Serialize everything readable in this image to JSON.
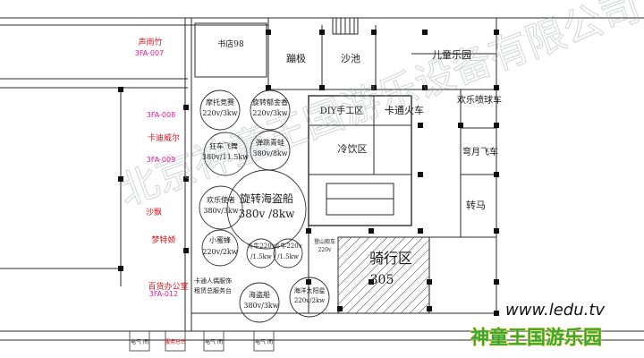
{
  "zones": {
    "bookstore": "书店98",
    "trampoline": "蹦极",
    "sandpool": "沙池",
    "kids_park": "儿童乐园",
    "diy": "DIY手工区",
    "cartoon_train": "卡通火车",
    "fountain_car": "欢乐喷球车",
    "cold_drinks": "冷饮区",
    "crescent_car": "弯月飞车",
    "carousel": "转马",
    "riding": "骑行区",
    "riding_no": "305"
  },
  "rides": {
    "moto": [
      "摩托竞赛",
      "220v/3kw"
    ],
    "spin_tower": [
      "旋转郁金香",
      "220v/3kw"
    ],
    "crazy_car": [
      "狂车飞舞",
      "380v/11.5kw"
    ],
    "frog": [
      "弹跳青蛙",
      "380v/8kw"
    ],
    "pirate": [
      "旋转海盗船",
      "380v /8kw"
    ],
    "envoy": [
      "欢乐使者",
      "380v/3kw"
    ],
    "bee": [
      "小蜜蜂",
      "220v/2kw"
    ],
    "bull1": [
      "斗牛220v",
      "/1.5kw"
    ],
    "bull2": [
      "斗牛220v",
      "/1.5kw"
    ],
    "pirate_boat": [
      "海盗船",
      "380v/3kw"
    ],
    "ocean": [
      "海洋太阳星",
      "220v/2kw"
    ],
    "small_car": [
      "登山观车",
      "220v"
    ],
    "service": [
      "卡通人偶服饰",
      "租赁总服务台"
    ]
  },
  "shops": {
    "shengyuzhu": "声雨竹",
    "code_007": "3FA-007",
    "code_008": "3FA-008",
    "kadi": "卡迪威尔",
    "code_009": "3FA-009",
    "shapiao": "沙飘",
    "mengtejiao": "梦特娇",
    "office": "百货办公室",
    "code_012": "3FA-012"
  },
  "bottom_labels": [
    "电气\n间",
    "服务总台",
    "电气\n间",
    "电气\n间"
  ],
  "website": "www.ledu.tv",
  "brand": "神童王国游乐园",
  "watermark": "北京神童王国游乐设备有限公司",
  "colors": {
    "line": "#222222",
    "magenta": "#e0189a",
    "red": "#d8141e",
    "green": "#3aa53a"
  }
}
